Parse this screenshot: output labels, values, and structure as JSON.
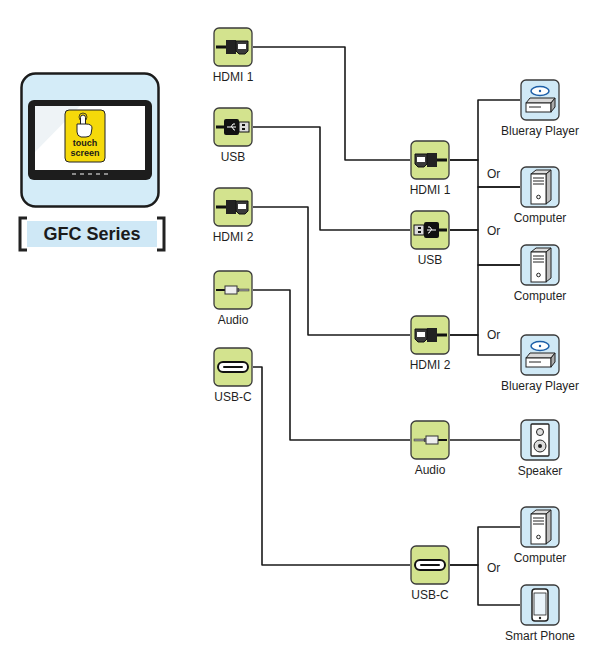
{
  "diagram": {
    "nodes": [
      {
        "text": [
          "touch screen"
        ]
      },
      {
        "text": [
          "GFC Series"
        ]
      },
      {
        "text": [
          "HDMI 1"
        ]
      },
      {
        "text": [
          "USB"
        ]
      },
      {
        "text": [
          "HDMI 2"
        ]
      },
      {
        "text": [
          "Audio"
        ]
      },
      {
        "text": [
          "USB-C"
        ]
      },
      {
        "text": [
          "HDMI 1"
        ]
      },
      {
        "text": [
          "USB"
        ]
      },
      {
        "text": [
          "HDMI 2"
        ]
      },
      {
        "text": [
          "Audio"
        ]
      },
      {
        "text": [
          "USB-C"
        ]
      },
      {
        "text": [
          "Blueray Player"
        ]
      },
      {
        "text": [
          "Computer"
        ]
      },
      {
        "text": [
          "Computer"
        ]
      },
      {
        "text": [
          "Blueray Player"
        ]
      },
      {
        "text": [
          "Speaker"
        ]
      },
      {
        "text": [
          "Computer"
        ]
      },
      {
        "text": [
          "Smart Phone"
        ]
      }
    ],
    "edges": [
      {
        "from": 2,
        "to": 7,
        "arrow": "none"
      },
      {
        "from": 3,
        "to": 8,
        "arrow": "none"
      },
      {
        "from": 4,
        "to": 9,
        "arrow": "none"
      },
      {
        "from": 5,
        "to": 10,
        "arrow": "none"
      },
      {
        "from": 6,
        "to": 11,
        "arrow": "none"
      },
      {
        "from": 7,
        "to": 12,
        "arrow": "none"
      },
      {
        "from": 7,
        "to": 13,
        "arrow": "none"
      },
      {
        "from": 8,
        "to": 13,
        "arrow": "none"
      },
      {
        "from": 8,
        "to": 14,
        "arrow": "none"
      },
      {
        "from": 9,
        "to": 14,
        "arrow": "none"
      },
      {
        "from": 9,
        "to": 15,
        "arrow": "none"
      },
      {
        "from": 10,
        "to": 16,
        "arrow": "none"
      },
      {
        "from": 11,
        "to": 17,
        "arrow": "none"
      },
      {
        "from": 11,
        "to": 18,
        "arrow": "none"
      }
    ],
    "labels": [
      "Or",
      "Or",
      "Or",
      "Or"
    ]
  }
}
